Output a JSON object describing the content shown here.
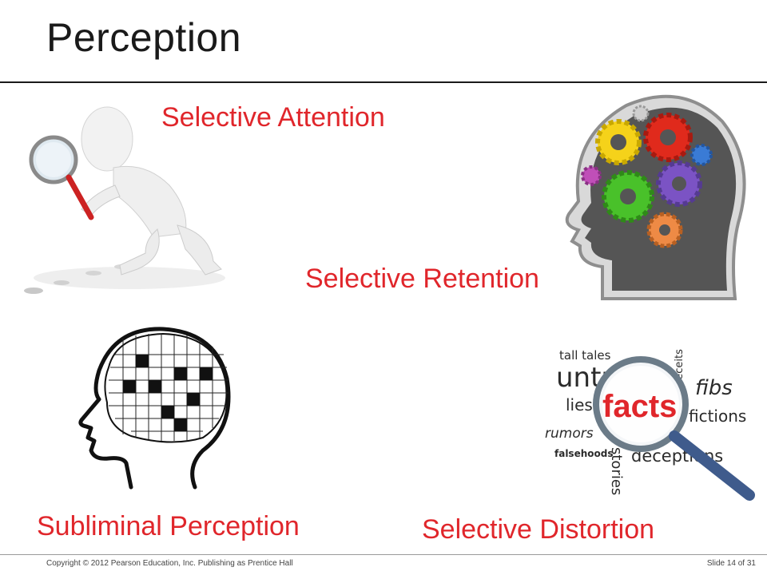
{
  "slide": {
    "title": "Perception",
    "labels": {
      "selective_attention": "Selective Attention",
      "selective_retention": "Selective Retention",
      "subliminal_perception": "Subliminal Perception",
      "selective_distortion": "Selective Distortion"
    },
    "word_cloud": {
      "words": [
        "tall tales",
        "untruths",
        "deceits",
        "lies",
        "fibs",
        "rumors",
        "fictions",
        "falsehoods",
        "stories",
        "deceptions"
      ],
      "center_word": "facts"
    },
    "footer": {
      "copyright": "Copyright © 2012 Pearson Education, Inc. Publishing as Prentice Hall",
      "slide_number": "Slide 14 of 31"
    }
  },
  "colors": {
    "accent_red": "#e0262b",
    "title_text": "#1a1a1a"
  }
}
